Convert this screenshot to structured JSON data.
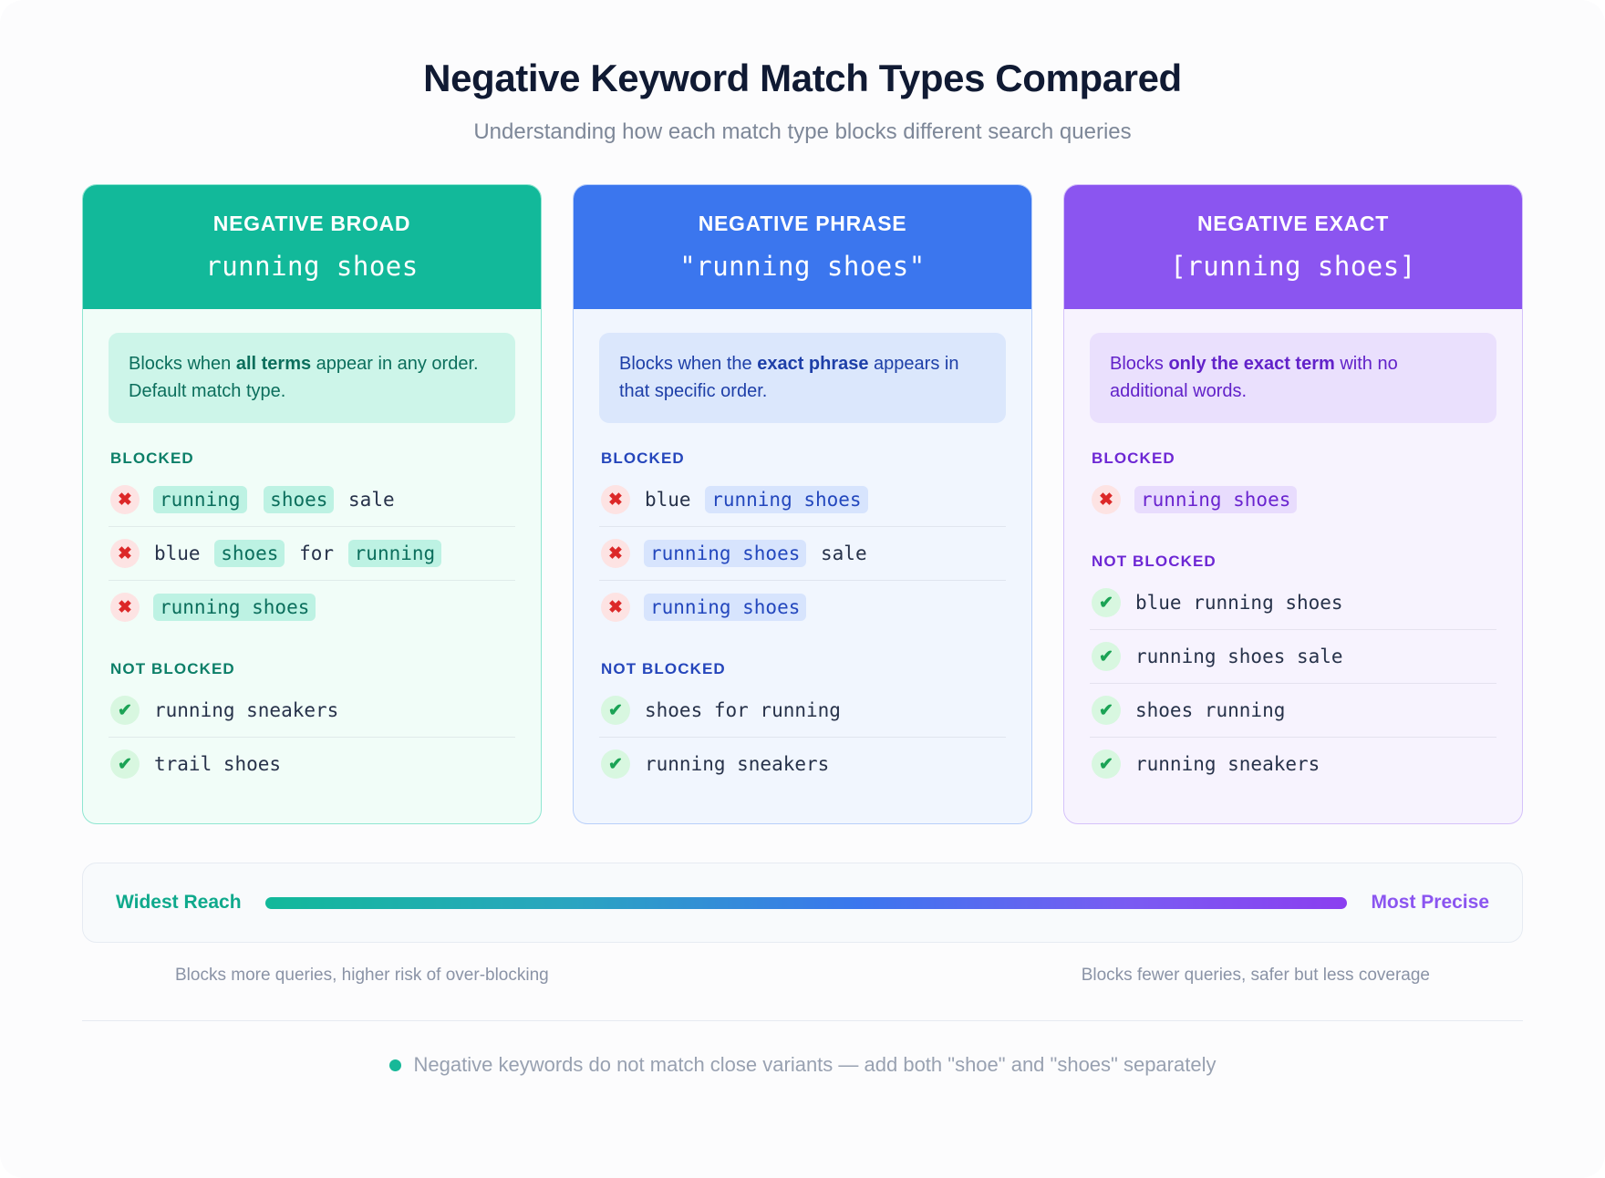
{
  "header": {
    "title": "Negative Keyword Match Types Compared",
    "subtitle": "Understanding how each match type blocks different search queries"
  },
  "labels": {
    "blocked": "BLOCKED",
    "not_blocked": "NOT BLOCKED"
  },
  "icons": {
    "x": "✖",
    "check": "✔"
  },
  "cards": [
    {
      "kind": "NEGATIVE BROAD",
      "keyword": "running shoes",
      "accent": "#12b99a",
      "desc_pre": "Blocks when ",
      "desc_bold": "all terms",
      "desc_post": " appear in any order. Default match type.",
      "blocked": [
        {
          "parts": [
            {
              "t": "running",
              "hl": true
            },
            {
              "t": " ",
              "hl": false
            },
            {
              "t": "shoes",
              "hl": true
            },
            {
              "t": " sale",
              "hl": false
            }
          ]
        },
        {
          "parts": [
            {
              "t": "blue ",
              "hl": false
            },
            {
              "t": "shoes",
              "hl": true
            },
            {
              "t": " for ",
              "hl": false
            },
            {
              "t": "running",
              "hl": true
            }
          ]
        },
        {
          "parts": [
            {
              "t": "running shoes",
              "hl": true
            }
          ]
        }
      ],
      "not_blocked": [
        {
          "parts": [
            {
              "t": "running sneakers",
              "hl": false
            }
          ]
        },
        {
          "parts": [
            {
              "t": "trail shoes",
              "hl": false
            }
          ]
        }
      ]
    },
    {
      "kind": "NEGATIVE PHRASE",
      "keyword": "\"running shoes\"",
      "accent": "#3b76ee",
      "desc_pre": "Blocks when the ",
      "desc_bold": "exact phrase",
      "desc_post": " appears in that specific order.",
      "blocked": [
        {
          "parts": [
            {
              "t": "blue ",
              "hl": false
            },
            {
              "t": "running shoes",
              "hl": true
            }
          ]
        },
        {
          "parts": [
            {
              "t": "running shoes",
              "hl": true
            },
            {
              "t": " sale",
              "hl": false
            }
          ]
        },
        {
          "parts": [
            {
              "t": "running shoes",
              "hl": true
            }
          ]
        }
      ],
      "not_blocked": [
        {
          "parts": [
            {
              "t": "shoes for running",
              "hl": false
            }
          ]
        },
        {
          "parts": [
            {
              "t": "running sneakers",
              "hl": false
            }
          ]
        }
      ]
    },
    {
      "kind": "NEGATIVE EXACT",
      "keyword": "[running shoes]",
      "accent": "#8b55f0",
      "desc_pre": "Blocks ",
      "desc_bold": "only the exact term",
      "desc_post": " with no additional words.",
      "blocked": [
        {
          "parts": [
            {
              "t": "running shoes",
              "hl": true
            }
          ]
        }
      ],
      "not_blocked": [
        {
          "parts": [
            {
              "t": "blue running shoes",
              "hl": false
            }
          ]
        },
        {
          "parts": [
            {
              "t": "running shoes sale",
              "hl": false
            }
          ]
        },
        {
          "parts": [
            {
              "t": "shoes running",
              "hl": false
            }
          ]
        },
        {
          "parts": [
            {
              "t": "running sneakers",
              "hl": false
            }
          ]
        }
      ]
    }
  ],
  "spectrum": {
    "left_label": "Widest Reach",
    "right_label": "Most Precise",
    "left_caption": "Blocks more queries, higher risk of over-blocking",
    "right_caption": "Blocks fewer queries, safer but less coverage",
    "gradient_start": "#12b99a",
    "gradient_end": "#8b3ef0"
  },
  "footnote": {
    "text": "Negative keywords do not match close variants — add both \"shoe\" and \"shoes\" separately",
    "bullet_color": "#17b898"
  }
}
